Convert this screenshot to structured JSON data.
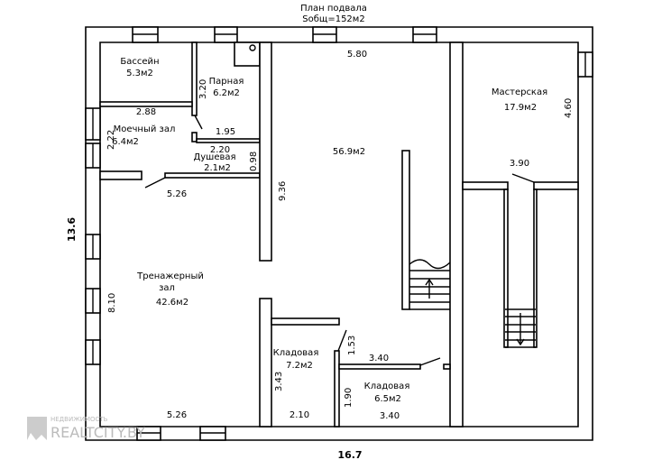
{
  "title": "План подвала",
  "total_area": "Sобщ=152м2",
  "rooms": {
    "pool": {
      "name": "Бассейн",
      "area": "5.3м2"
    },
    "steam": {
      "name": "Парная",
      "area": "6.2м2"
    },
    "washroom": {
      "name": "Моечный зал",
      "area": "6.4м2"
    },
    "shower": {
      "name": "Душевая",
      "area": "2.1м2"
    },
    "hall": {
      "area": "56.9м2"
    },
    "workshop": {
      "name": "Мастерская",
      "area": "17.9м2"
    },
    "gym": {
      "name_line1": "Тренажерный",
      "name_line2": "зал",
      "area": "42.6м2"
    },
    "storage1": {
      "name": "Кладовая",
      "area": "7.2м2"
    },
    "storage2": {
      "name": "Кладовая",
      "area": "6.5м2"
    }
  },
  "dimensions": {
    "d_580": "5.80",
    "d_320": "3.20",
    "d_288": "2.88",
    "d_195": "1.95",
    "d_222": "2.22",
    "d_220": "2.20",
    "d_098": "0.98",
    "d_526_top": "5.26",
    "d_526_bottom": "5.26",
    "d_936": "9.36",
    "d_810": "8.10",
    "d_460": "4.60",
    "d_390": "3.90",
    "d_153": "1.53",
    "d_340_top": "3.40",
    "d_340_bottom": "3.40",
    "d_343": "3.43",
    "d_190": "1.90",
    "d_210": "2.10",
    "d_136": "13.6",
    "d_167": "16.7"
  },
  "watermark": {
    "line1": "НЕДВИЖИМОСТЬ",
    "line2": "REALTCITY.BY"
  }
}
